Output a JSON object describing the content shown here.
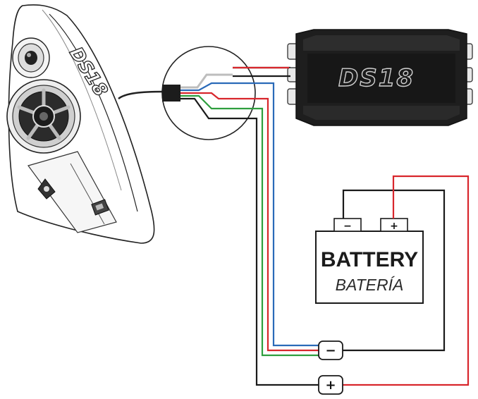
{
  "speaker_pod": {
    "brand_logo": "DS18"
  },
  "amplifier": {
    "brand_logo": "DS18"
  },
  "battery": {
    "title": "BATTERY",
    "subtitle": "BATERÍA",
    "negative_terminal": "−",
    "positive_terminal": "+"
  },
  "bus_negative": {
    "symbol": "−"
  },
  "bus_positive": {
    "symbol": "+"
  },
  "wire_colors": {
    "red": "#d8262c",
    "blue": "#2a6ab8",
    "green": "#2e9e3e",
    "black": "#1a1a1a",
    "gray": "#b8b8b8"
  }
}
